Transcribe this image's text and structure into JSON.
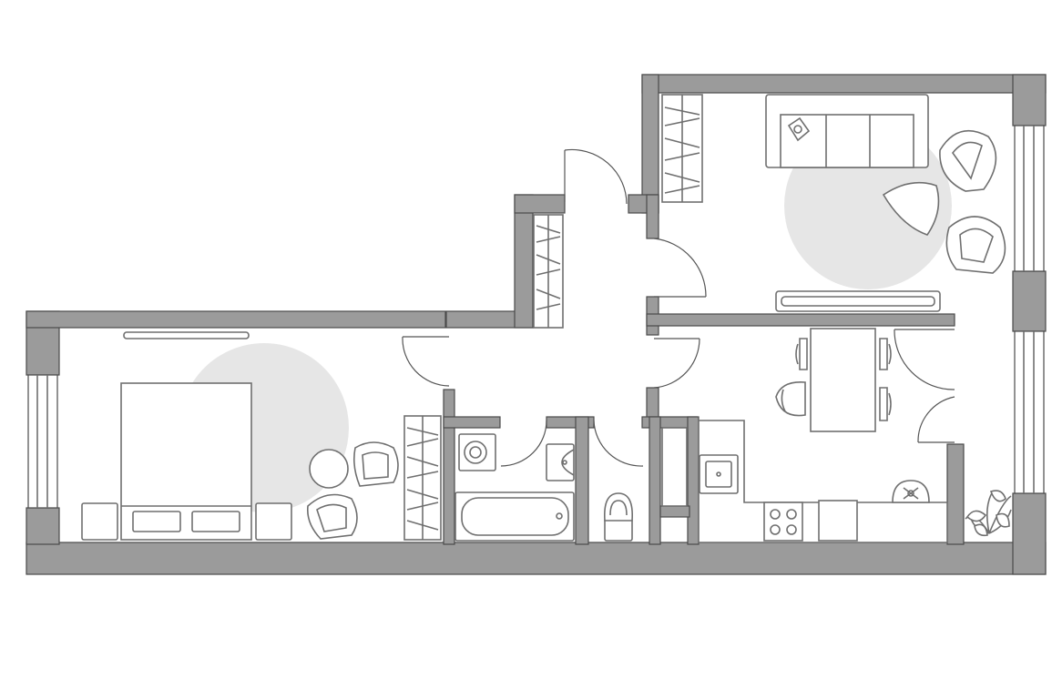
{
  "plan": {
    "colors": {
      "wall": "#9b9b9b",
      "wall_outline": "#4a4a4a",
      "furniture_stroke": "#6f6f6f",
      "rug": "#e6e6e6",
      "background": "#ffffff"
    },
    "rooms": [
      "bedroom",
      "hallway",
      "bathroom",
      "toilet",
      "storage",
      "kitchen-dining",
      "living-room"
    ],
    "icons": [
      "bed-icon",
      "nightstand-icon",
      "armchair-icon",
      "round-table-icon",
      "wardrobe-icon",
      "washing-machine-icon",
      "sink-icon",
      "bathtub-icon",
      "toilet-icon",
      "sofa-icon",
      "tv-unit-icon",
      "dining-table-icon",
      "chair-icon",
      "stove-icon",
      "kitchen-sink-icon",
      "plant-icon",
      "door-icon",
      "window-icon"
    ]
  }
}
